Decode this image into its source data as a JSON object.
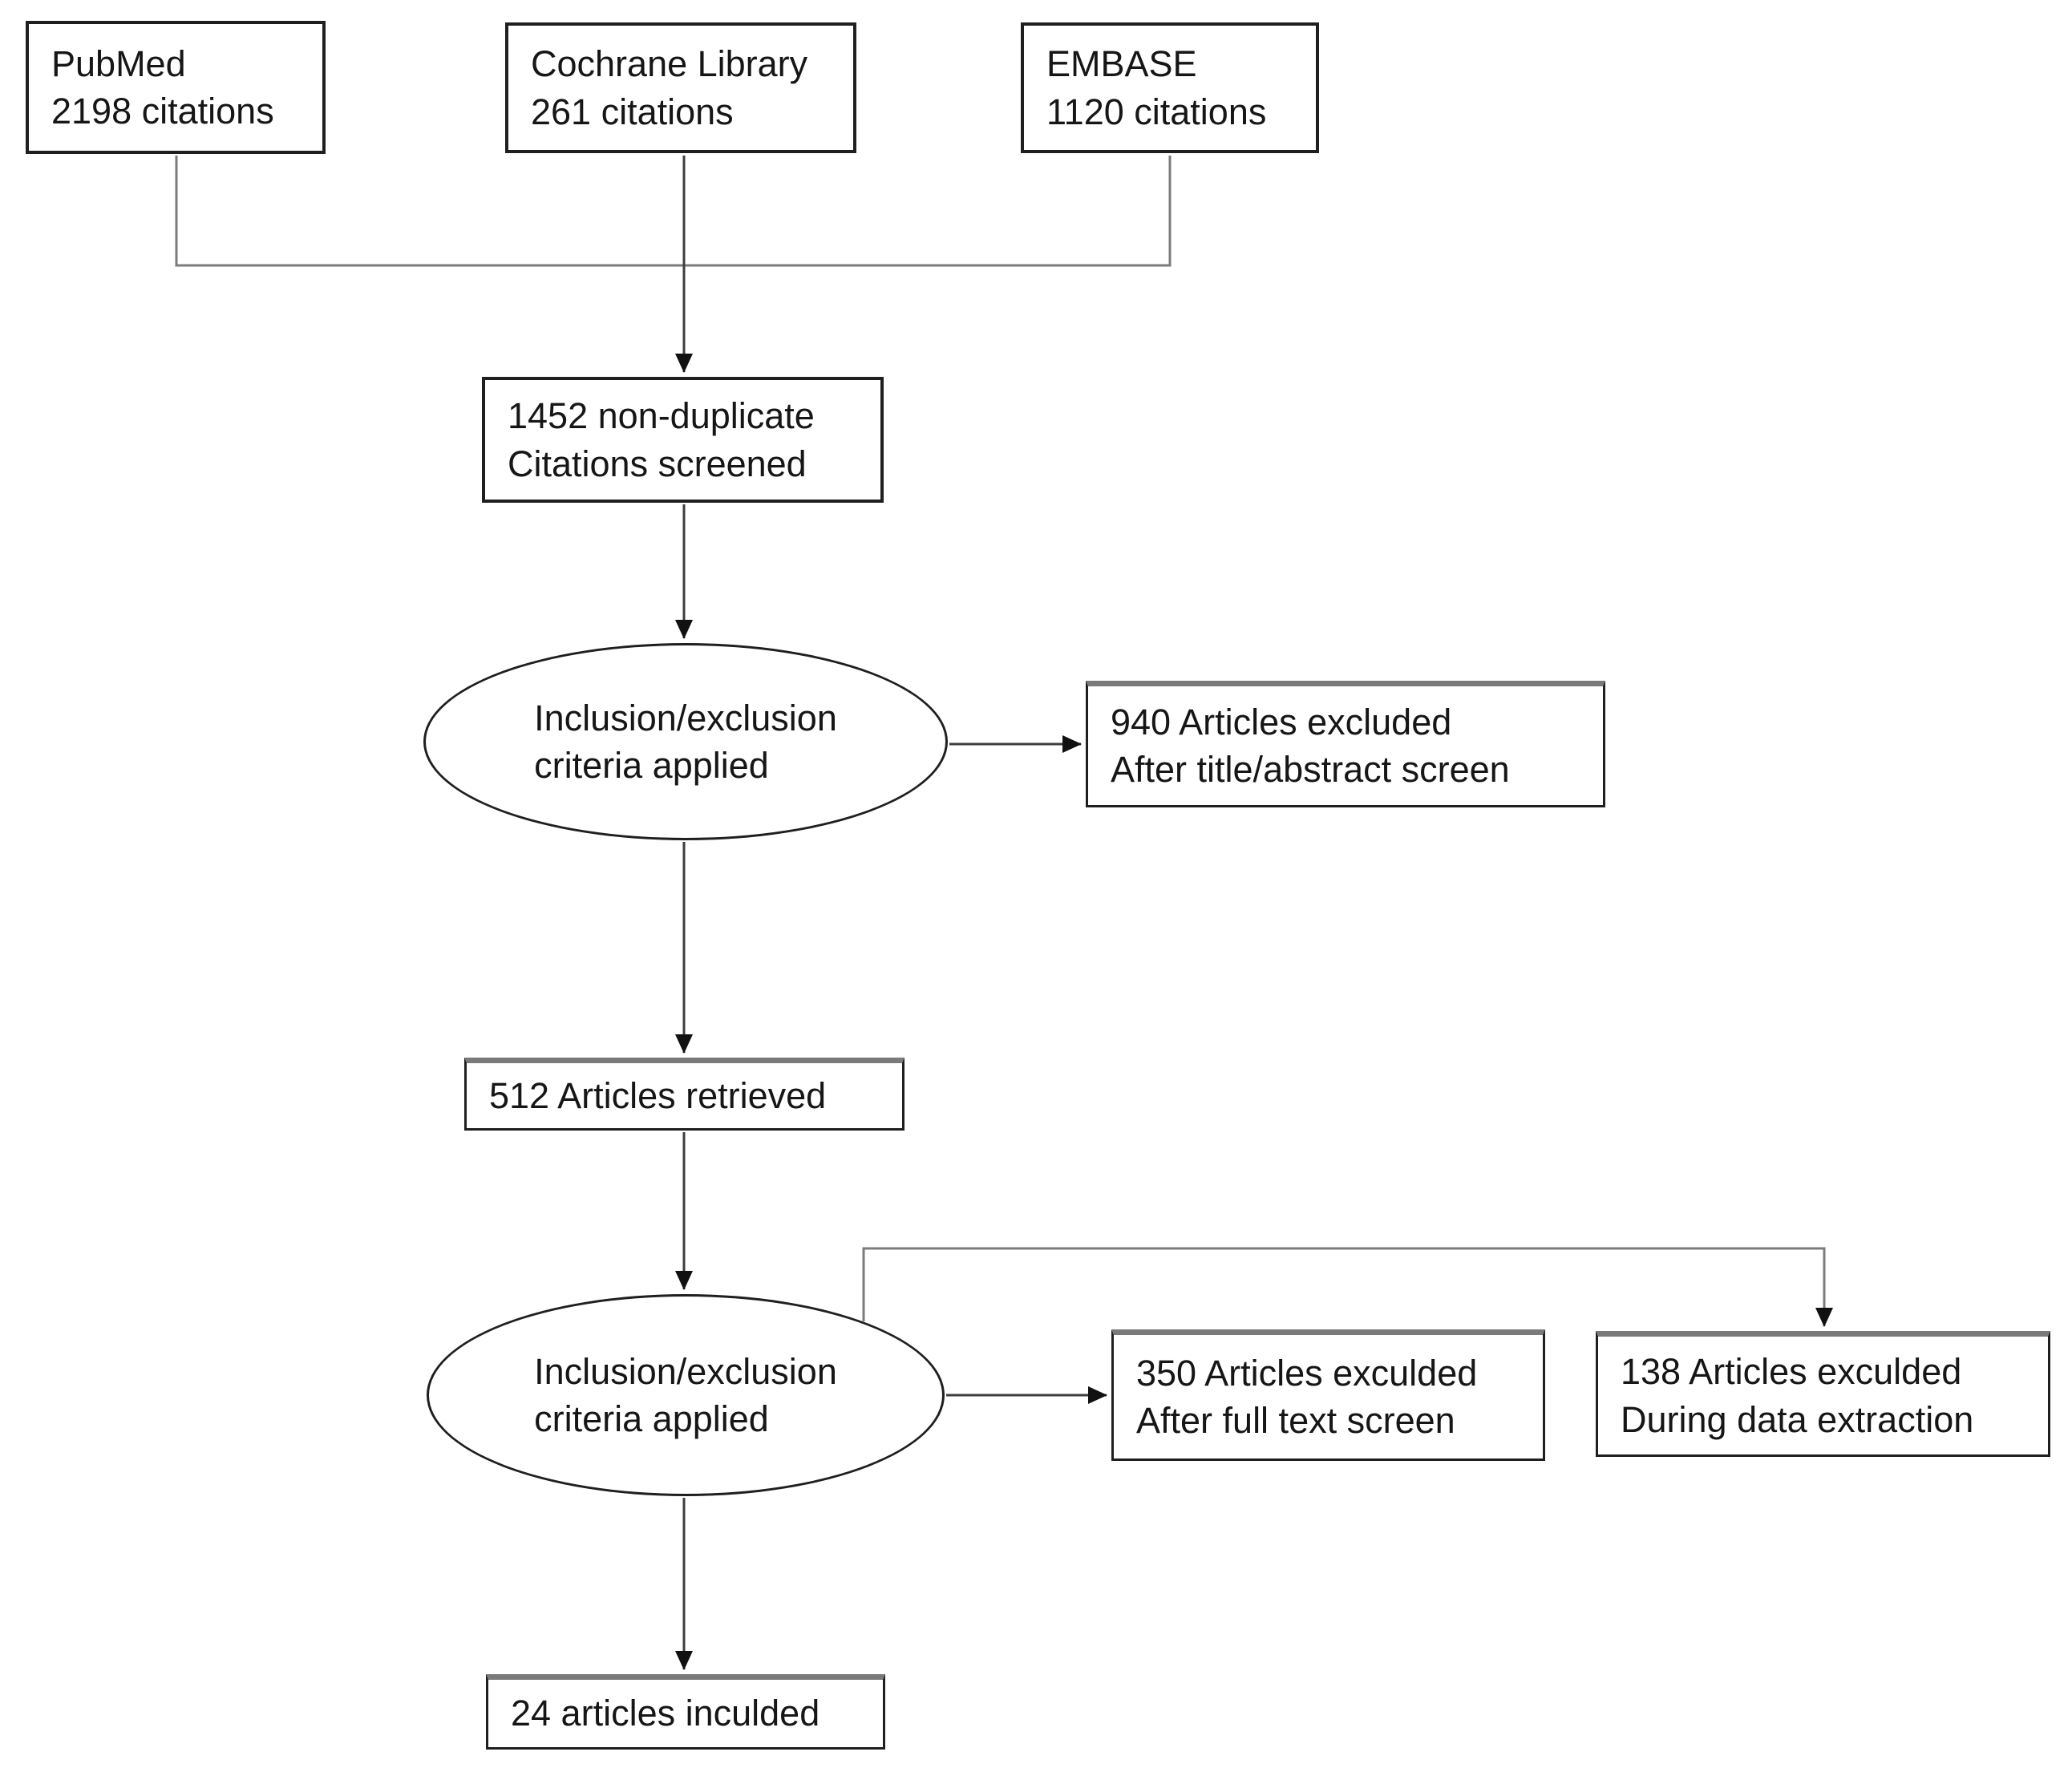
{
  "colors": {
    "background": "#ffffff",
    "node_fill": "#ffffff",
    "node_border": "#1f1f1f",
    "node_border_top_accent": "#7a7a7a",
    "connector_gray": "#7b7b7b",
    "connector_dark": "#3d3d3d",
    "arrowhead": "#111111",
    "text": "#161616"
  },
  "flowchart": {
    "sources": {
      "pubmed": {
        "line1": "PubMed",
        "line2": "2198 citations"
      },
      "cochrane": {
        "line1": "Cochrane Library",
        "line2": "261 citations"
      },
      "embase": {
        "line1": "EMBASE",
        "line2": "1120 citations"
      }
    },
    "screened": {
      "line1": "1452 non-duplicate",
      "line2": "Citations screened"
    },
    "criteria1": {
      "line1": "Inclusion/exclusion",
      "line2": "criteria applied"
    },
    "excluded_title_abstract": {
      "line1": "940 Articles excluded",
      "line2": "After title/abstract screen"
    },
    "retrieved": {
      "line1": "512 Articles retrieved"
    },
    "criteria2": {
      "line1": "Inclusion/exclusion",
      "line2": "criteria applied"
    },
    "excluded_full_text": {
      "line1": "350 Articles exculded",
      "line2": "After full text screen"
    },
    "excluded_data_extraction": {
      "line1": "138 Articles exculded",
      "line2": "During data extraction"
    },
    "included": {
      "line1": "24 articles inculded"
    }
  }
}
